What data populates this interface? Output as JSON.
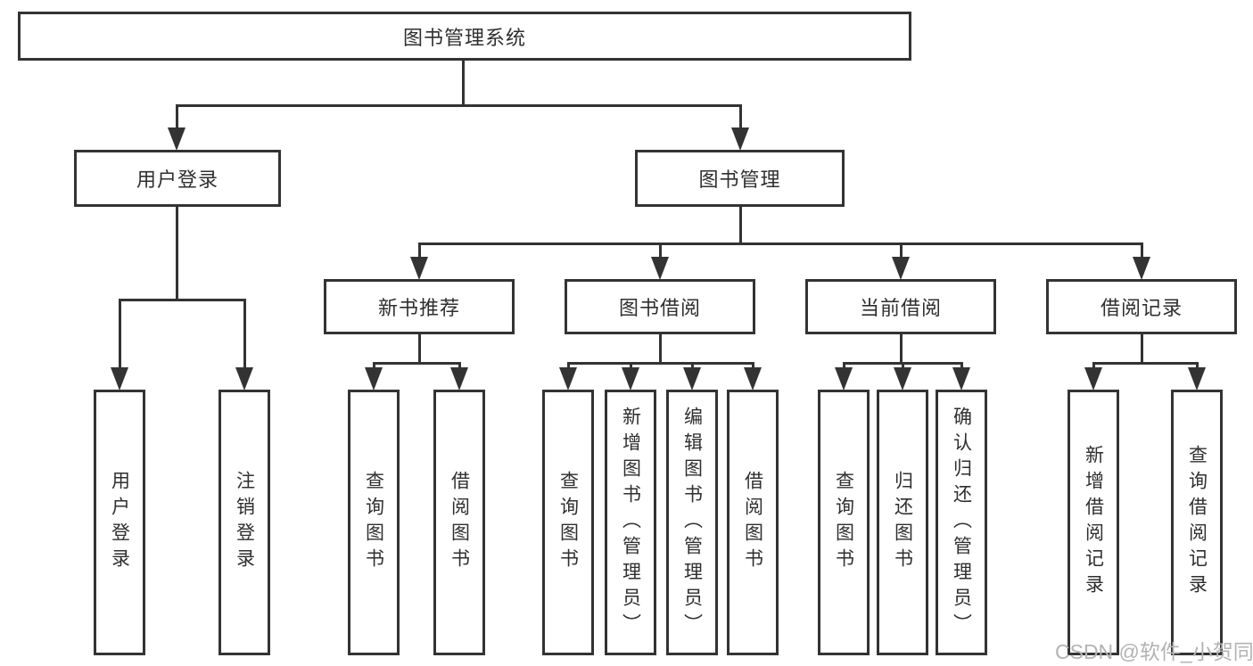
{
  "diagram": {
    "root": {
      "label": "图书管理系统"
    },
    "level2": [
      {
        "id": "user-login",
        "label": "用户登录"
      },
      {
        "id": "book-management",
        "label": "图书管理"
      }
    ],
    "level3": [
      {
        "id": "new-book-recommendation",
        "label": "新书推荐"
      },
      {
        "id": "book-borrowing",
        "label": "图书借阅"
      },
      {
        "id": "current-borrowing",
        "label": "当前借阅"
      },
      {
        "id": "borrowing-records",
        "label": "借阅记录"
      }
    ],
    "leaves": [
      {
        "parent": "用户登录",
        "label": "用户登录"
      },
      {
        "parent": "用户登录",
        "label": "注销登录"
      },
      {
        "parent": "新书推荐",
        "label": "查询图书"
      },
      {
        "parent": "新书推荐",
        "label": "借阅图书"
      },
      {
        "parent": "图书借阅",
        "label": "查询图书"
      },
      {
        "parent": "图书借阅",
        "label": "新增图书（管理员）"
      },
      {
        "parent": "图书借阅",
        "label": "编辑图书（管理员）"
      },
      {
        "parent": "图书借阅",
        "label": "借阅图书"
      },
      {
        "parent": "当前借阅",
        "label": "查询图书"
      },
      {
        "parent": "当前借阅",
        "label": "归还图书"
      },
      {
        "parent": "当前借阅",
        "label": "确认归还（管理员）"
      },
      {
        "parent": "借阅记录",
        "label": "新增借阅记录"
      },
      {
        "parent": "借阅记录",
        "label": "查询借阅记录"
      }
    ]
  },
  "watermark": "CSDN @软件_小贺同学",
  "colors": {
    "line": "#333333",
    "text": "#2f2f2f",
    "background": "#ffffff",
    "watermark": "#b3b3b3"
  }
}
